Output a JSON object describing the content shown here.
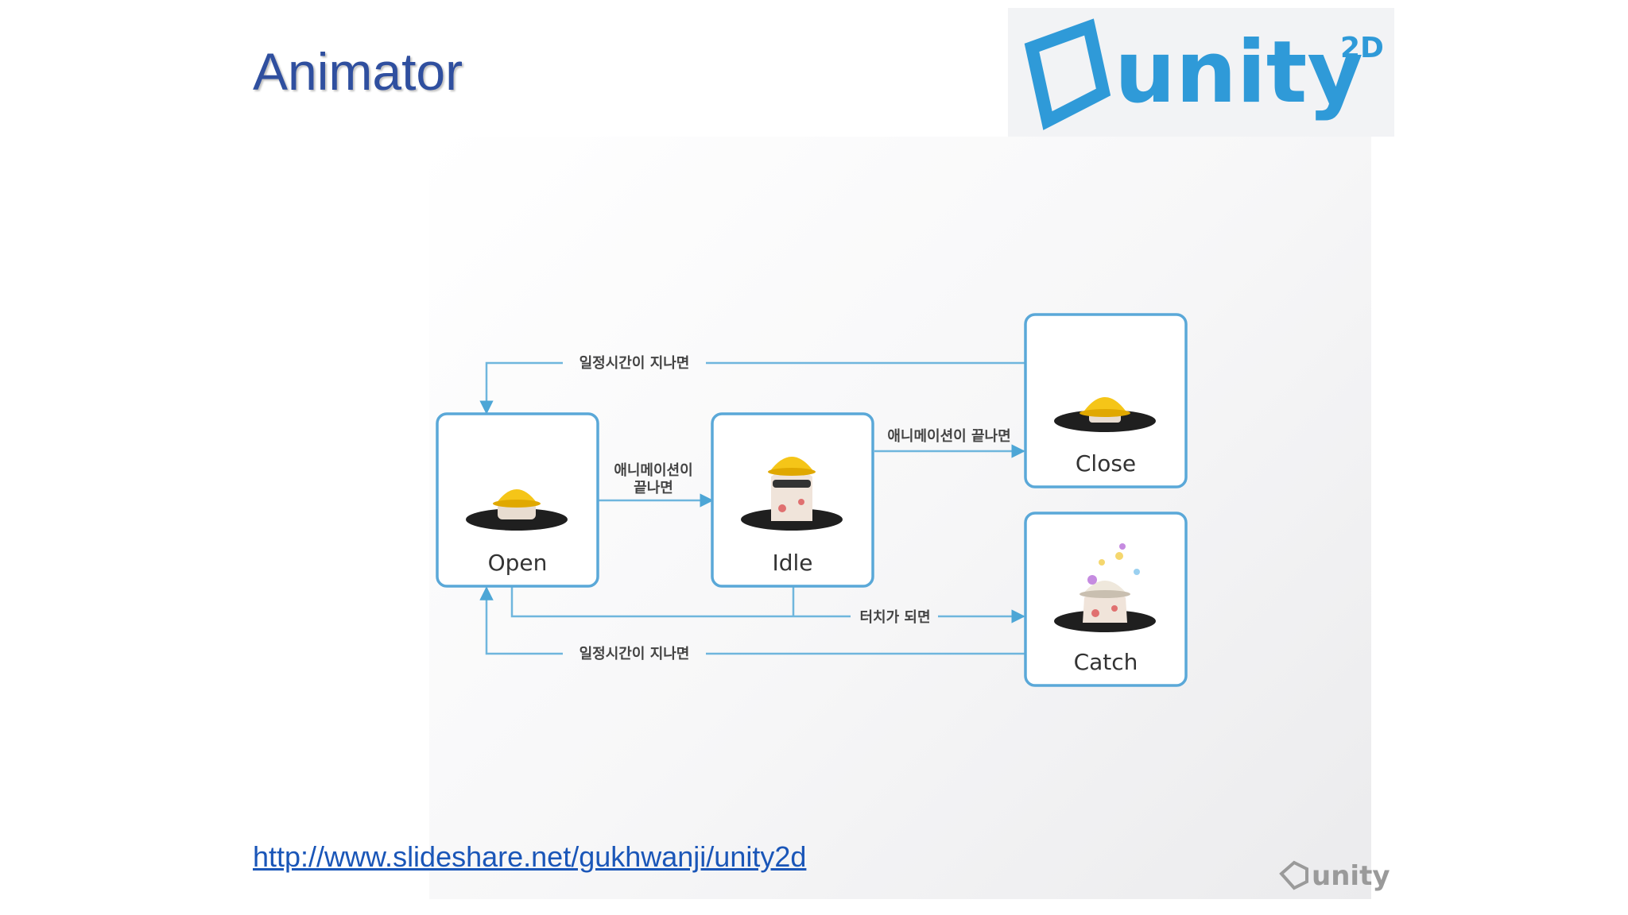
{
  "slide": {
    "title": "Animator",
    "link": "http://www.slideshare.net/gukhwanji/unity2d"
  },
  "logo": {
    "word": "unity",
    "superscript": "2D",
    "watermark": "unity"
  },
  "diagram": {
    "states": {
      "open": "Open",
      "idle": "Idle",
      "close": "Close",
      "catch": "Catch"
    },
    "transitions": {
      "close_to_open": "일정시간이 지나면",
      "open_to_idle_line1": "애니메이션이",
      "open_to_idle_line2": "끝나면",
      "idle_to_close": "애니메이션이 끝나면",
      "to_catch": "터치가 되면",
      "catch_to_open": "일정시간이 지나면"
    }
  },
  "colors": {
    "accent": "#4da6d6",
    "box_border": "#5aa8d8",
    "title": "#2f4f9f",
    "logo": "#2f9ad8",
    "link": "#1a56b8"
  }
}
